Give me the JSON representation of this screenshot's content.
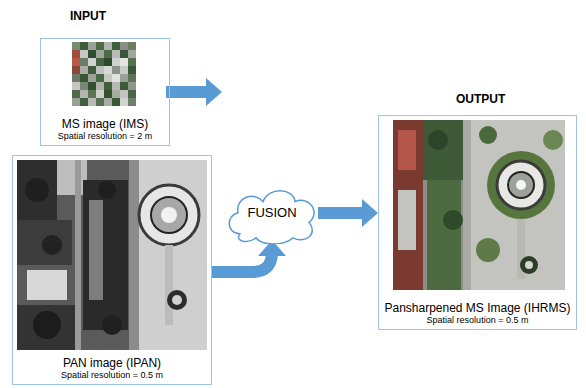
{
  "diagram": {
    "nodes": [
      {
        "text": [
          "MS image (IMS)",
          "Spatial resolution = 2 m"
        ]
      },
      {
        "text": [
          "PAN image (IPAN)",
          "Spatial resolution = 0.5 m"
        ]
      },
      {
        "text": [
          "FUSION"
        ]
      },
      {
        "text": [
          "Pansharpened MS Image (IHRMS)",
          "Spatial resolution = 0.5 m"
        ]
      }
    ],
    "edges": [
      {
        "from": 0,
        "to": 2,
        "arrow": "to"
      },
      {
        "from": 1,
        "to": 2,
        "arrow": "to"
      },
      {
        "from": 2,
        "to": 3,
        "arrow": "to"
      }
    ],
    "labels": [
      "INPUT",
      "OUTPUT"
    ]
  }
}
